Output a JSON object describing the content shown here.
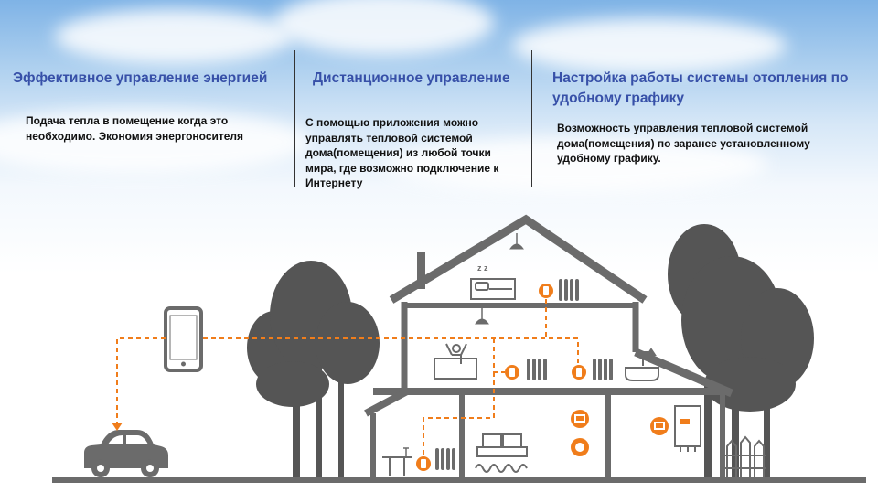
{
  "columns": [
    {
      "title": "Эффективное управление энергией",
      "text": "Подача тепла в помещение когда это необходимо. Экономия энергоносителя"
    },
    {
      "title": "Дистанционное управление",
      "text": "С помощью приложения можно управлять тепловой системой дома(помещения) из любой точки мира, где возможно подключение к Интернету"
    },
    {
      "title": "Настройка работы системы отопления по удобному графику",
      "text": "Возможность управления тепловой системой дома(помещения) по заранее установленному удобному графику."
    }
  ],
  "illustration": {
    "sleep_label": "z z",
    "colors": {
      "accent": "#f07d1b",
      "building": "#6b6b6b",
      "tree": "#555555",
      "heading": "#3750a8"
    },
    "icons": [
      "smartphone-icon",
      "car-icon",
      "thermostat-icon",
      "radiator-icon",
      "bed-icon",
      "person-icon",
      "bathtub-icon",
      "shower-icon",
      "sofa-icon",
      "table-icon",
      "ceiling-lamp-icon",
      "control-panel-icon",
      "boiler-icon",
      "fence-icon",
      "tree-icon"
    ]
  }
}
